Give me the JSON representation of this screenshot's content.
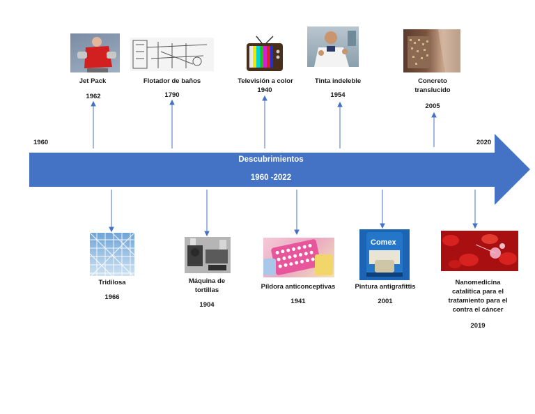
{
  "title": "Descubrimientos",
  "range": "1960 -2022",
  "start_year": "1960",
  "end_year": "2020",
  "colors": {
    "arrow": "#4472C4",
    "connector": "#4472C4"
  },
  "events_top": [
    {
      "label": "Jet Pack",
      "year": "1962",
      "icon": "jet-pack-photo"
    },
    {
      "label": "Flotador de baños",
      "year": "1790",
      "icon": "float-valve-drawing"
    },
    {
      "label": "Televisión a color",
      "year": "1940",
      "icon": "color-tv-photo"
    },
    {
      "label": "Tinta indeleble",
      "year": "1954",
      "icon": "scientist-photo"
    },
    {
      "label": "Concreto translucido",
      "year": "2005",
      "icon": "translucent-concrete-photo"
    }
  ],
  "events_bottom": [
    {
      "label": "Tridilosa",
      "year": "1966",
      "icon": "space-frame-photo"
    },
    {
      "label": "Máquina de tortillas",
      "year": "1904",
      "icon": "tortilla-machine-photo"
    },
    {
      "label": "Píldora anticonceptivas",
      "year": "1941",
      "icon": "pill-packs-photo"
    },
    {
      "label": "Pintura antigrafittis",
      "year": "2001",
      "icon": "paint-can-photo"
    },
    {
      "label": "Nanomedicina catalítica para el tratamiento para el contra el cáncer",
      "year": "2019",
      "icon": "red-cells-photo"
    }
  ]
}
